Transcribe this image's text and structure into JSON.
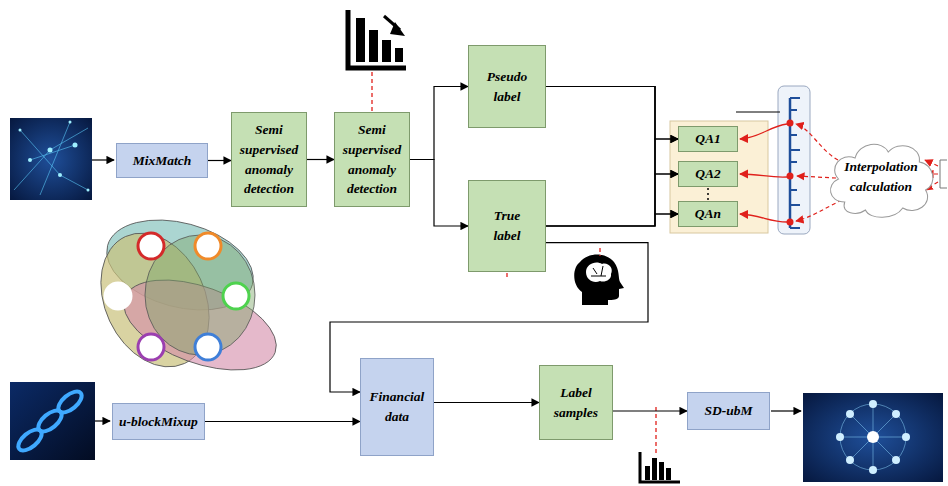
{
  "diagram": {
    "nodes": [
      {
        "text": [
          "MixMatch"
        ]
      },
      {
        "text": [
          "Semi supervised anomaly detection"
        ]
      },
      {
        "text": [
          "Semi supervised anomaly detection"
        ]
      },
      {
        "text": [
          "Pseudo label"
        ]
      },
      {
        "text": [
          "True label"
        ]
      },
      {
        "text": [
          "QA1"
        ]
      },
      {
        "text": [
          "QA2"
        ]
      },
      {
        "text": [
          "QAn"
        ]
      },
      {
        "text": [
          "Interpolation calculation"
        ]
      },
      {
        "text": [
          "u-blockMixup"
        ]
      },
      {
        "text": [
          "Financial data"
        ]
      },
      {
        "text": [
          "Label samples"
        ]
      },
      {
        "text": [
          "SD-ubM"
        ]
      }
    ],
    "edges": [
      {
        "from": 0,
        "to": 1,
        "arrow": "to"
      },
      {
        "from": 1,
        "to": 2,
        "arrow": "to"
      },
      {
        "from": 2,
        "to": 3,
        "arrow": "to"
      },
      {
        "from": 2,
        "to": 4,
        "arrow": "to"
      },
      {
        "from": 3,
        "to": 5,
        "arrow": "to"
      },
      {
        "from": 3,
        "to": 6,
        "arrow": "to"
      },
      {
        "from": 3,
        "to": 7,
        "arrow": "to"
      },
      {
        "from": 4,
        "to": 5,
        "arrow": "to"
      },
      {
        "from": 4,
        "to": 6,
        "arrow": "to"
      },
      {
        "from": 4,
        "to": 7,
        "arrow": "to"
      },
      {
        "from": 4,
        "to": 10,
        "arrow": "to"
      },
      {
        "from": 9,
        "to": 10,
        "arrow": "to"
      },
      {
        "from": 10,
        "to": 11,
        "arrow": "to"
      },
      {
        "from": 11,
        "to": 12,
        "arrow": "to"
      }
    ]
  }
}
